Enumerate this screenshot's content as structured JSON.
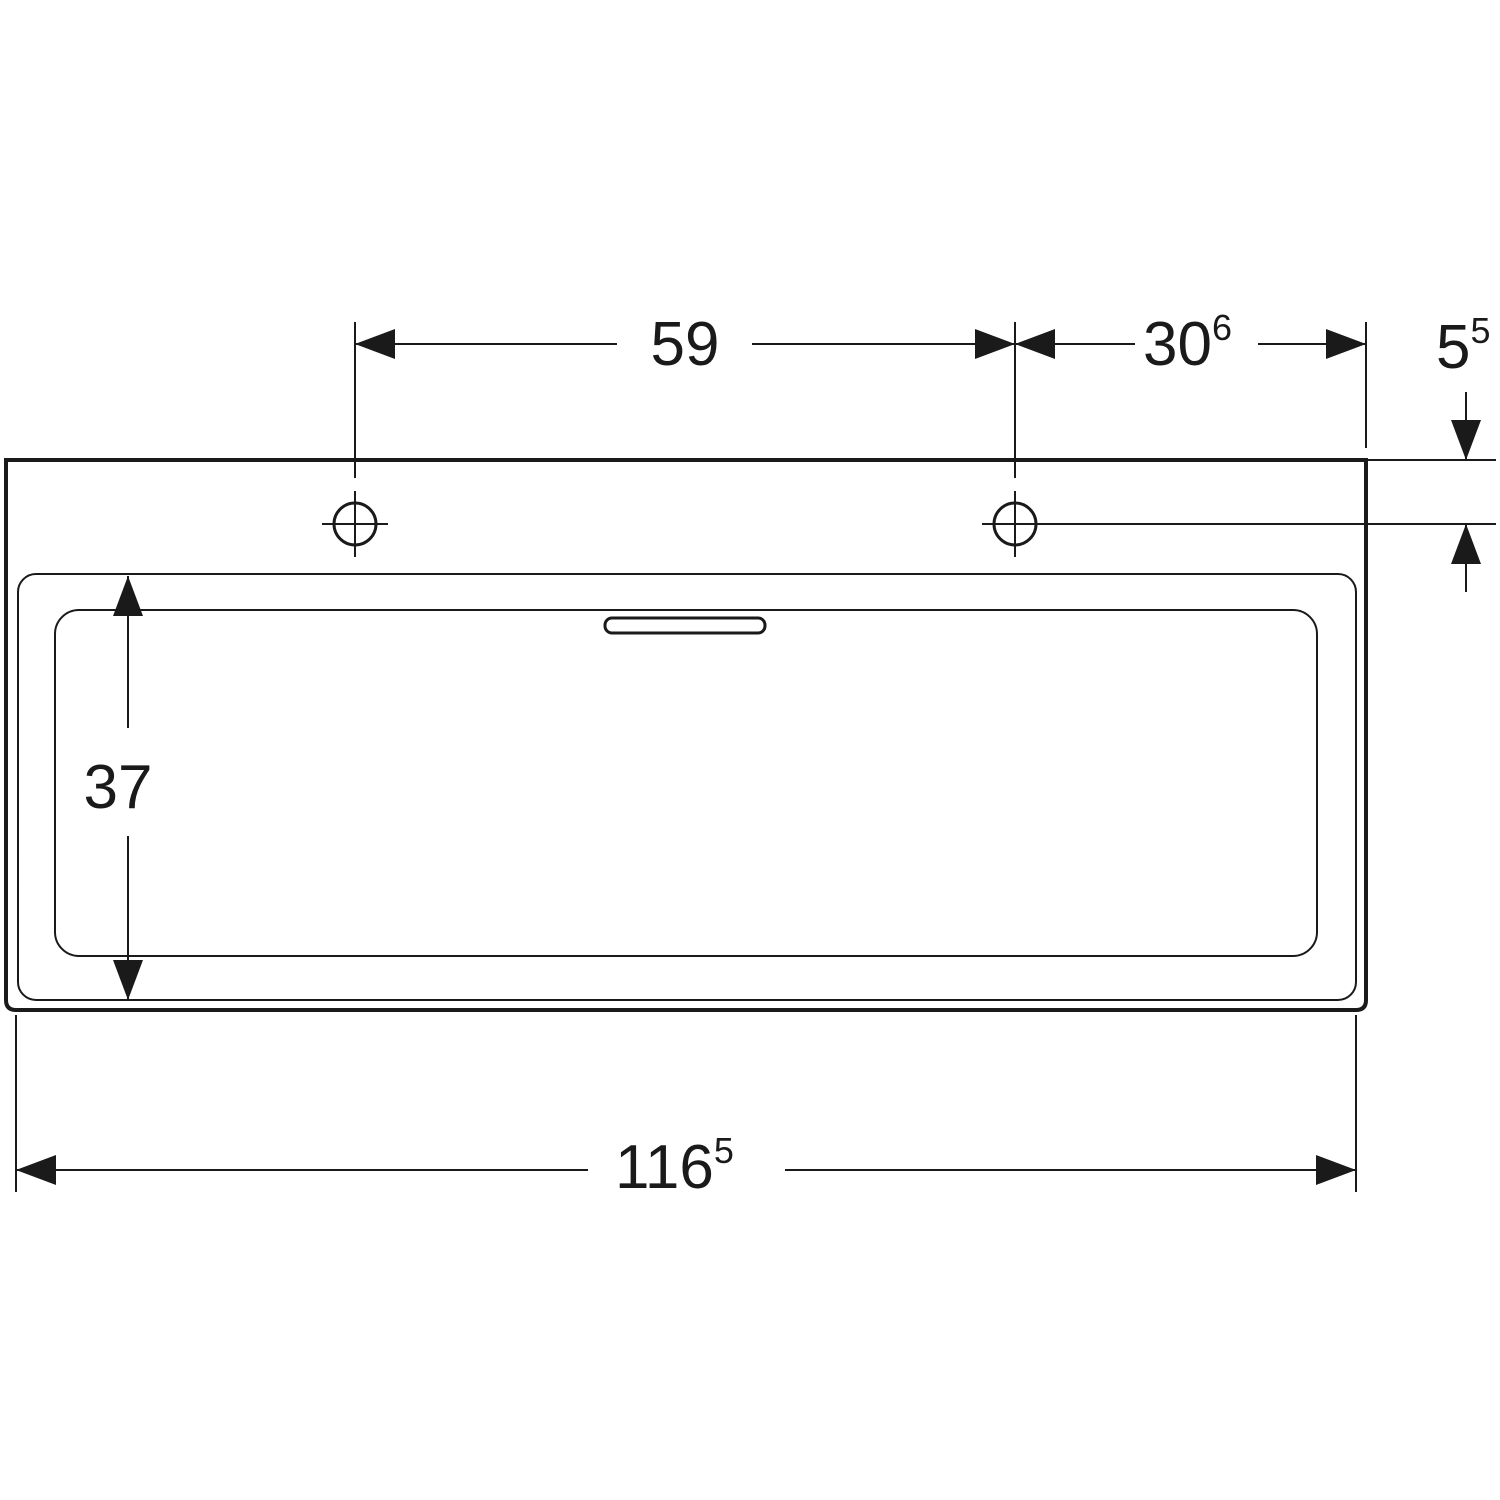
{
  "dimensions": {
    "faucet_spacing": {
      "main": "59",
      "sup": ""
    },
    "faucet_to_right_edge": {
      "main": "30",
      "sup": "6"
    },
    "faucet_from_back_edge": {
      "main": "5",
      "sup": "5"
    },
    "bowl_depth": {
      "main": "37",
      "sup": ""
    },
    "overall_width": {
      "main": "116",
      "sup": "5"
    }
  }
}
